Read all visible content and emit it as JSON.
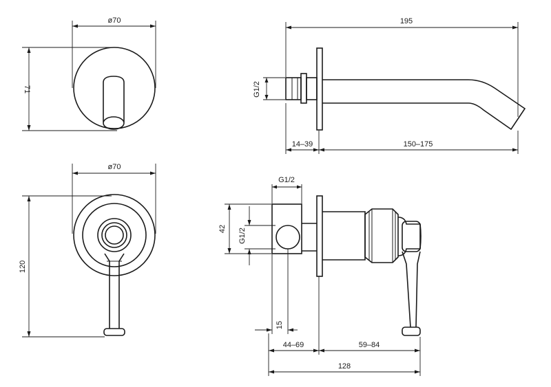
{
  "top_front": {
    "diameter": "ø70",
    "height": "71"
  },
  "top_side": {
    "length": "195",
    "thread": "G1/2",
    "wall": "14–39",
    "spout": "150–175"
  },
  "bottom_front": {
    "diameter": "ø70",
    "height": "120"
  },
  "bottom_side": {
    "thread_top": "G1/2",
    "height": "42",
    "thread_side": "G1/2",
    "offset": "15",
    "wall": "44–69",
    "handle": "59–84",
    "total": "128"
  }
}
